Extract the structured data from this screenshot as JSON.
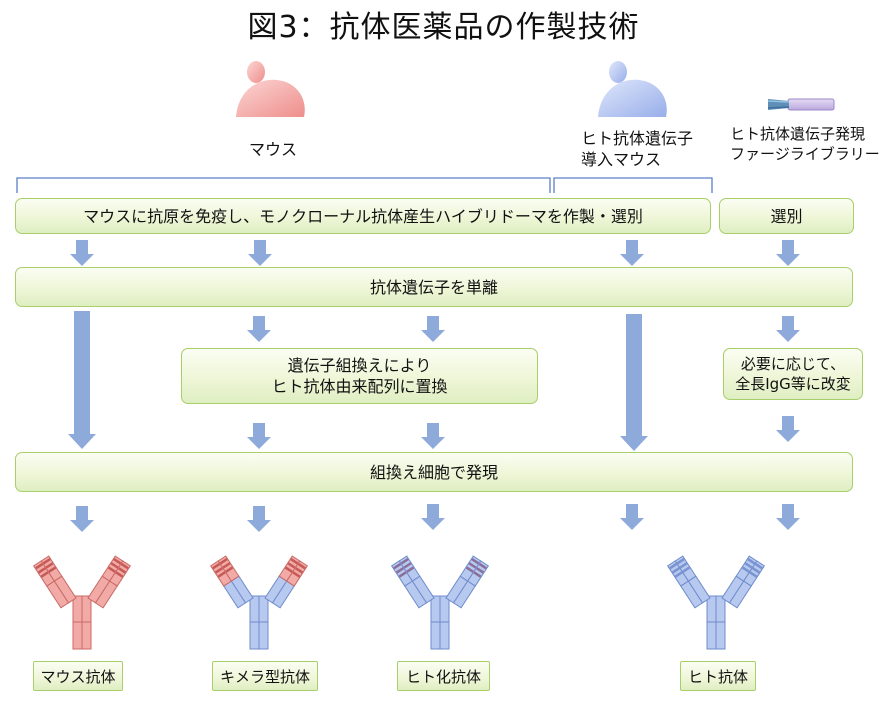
{
  "title": "図3：抗体医薬品の作製技術",
  "sources": {
    "mouse": "マウス",
    "human_gene_mouse_line1": "ヒト抗体遺伝子",
    "human_gene_mouse_line2": "導入マウス",
    "phage_line1": "ヒト抗体遺伝子発現",
    "phage_line2": "ファージライブラリー"
  },
  "steps": {
    "immunize": "マウスに抗原を免疫し、モノクローナル抗体産生ハイブリドーマを作製・選別",
    "select": "選別",
    "isolate": "抗体遺伝子を単離",
    "recombine_line1": "遺伝子組換えにより",
    "recombine_line2": "ヒト抗体由来配列に置換",
    "modify_line1": "必要に応じて、",
    "modify_line2": "全長IgG等に改変",
    "express": "組換え細胞で発現"
  },
  "results": {
    "mouse_antibody": "マウス抗体",
    "chimeric_antibody": "キメラ型抗体",
    "humanized_antibody": "ヒト化抗体",
    "human_antibody": "ヒト抗体"
  },
  "colors": {
    "box_border": "#a8cf6a",
    "box_fill": "#eef6d7",
    "arrow": "#8eaadb",
    "mouse_red": "#f4a3a3",
    "mouse_blue": "#a9bdf0",
    "human_chain": "#b8c9f0",
    "mouse_chain": "#f2aaa6"
  },
  "icons": {
    "red_mouse": "mouse-silhouette-icon",
    "blue_mouse": "mouse-silhouette-icon",
    "phage": "phage-icon",
    "antibody": "y-shaped-antibody-icon"
  }
}
